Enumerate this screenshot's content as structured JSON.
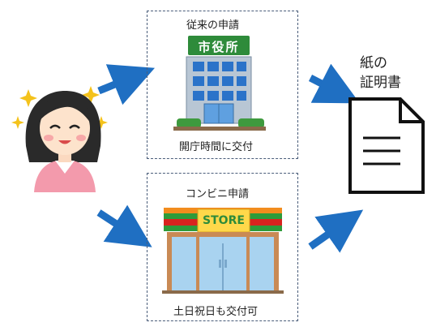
{
  "city_hall": {
    "title": "従来の申請",
    "sign_text": "市役所",
    "caption": "開庁時間に交付"
  },
  "convenience_store": {
    "title": "コンビニ申請",
    "sign_text": "STORE",
    "caption": "土日祝日も交付可"
  },
  "document": {
    "label_line1": "紙の",
    "label_line2": "証明書"
  },
  "colors": {
    "arrow": "#1f6fc2",
    "box_border": "#4a5d7a",
    "city_sign": "#2e8b3a",
    "store_sign": "#ffd84a",
    "store_stripe_red": "#d8231f",
    "store_stripe_green": "#2e9b3a"
  }
}
